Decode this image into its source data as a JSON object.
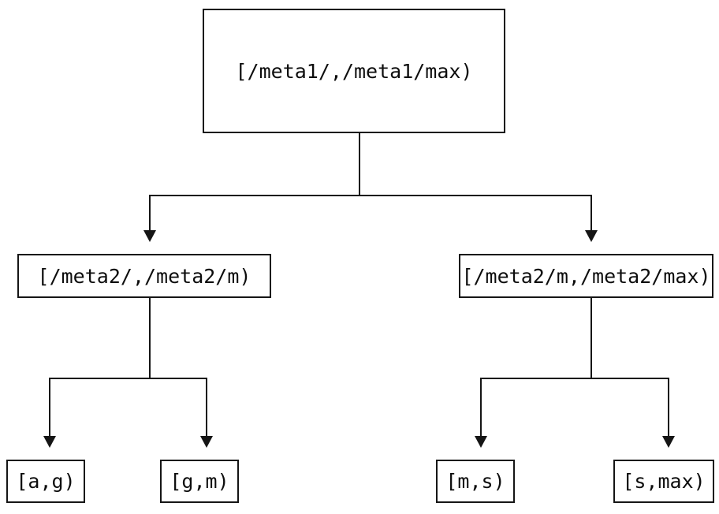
{
  "colors": {
    "background": "#ffffff",
    "line": "#151515",
    "text": "#0d0d0d"
  },
  "tree": {
    "root": {
      "id": "root",
      "label": "[/meta1/,/meta1/max)"
    },
    "level2": [
      {
        "id": "meta2-left",
        "label": "[/meta2/,/meta2/m)"
      },
      {
        "id": "meta2-right",
        "label": "[/meta2/m,/meta2/max)"
      }
    ],
    "leaves": [
      {
        "id": "leaf-ag",
        "label": "[a,g)"
      },
      {
        "id": "leaf-gm",
        "label": "[g,m)"
      },
      {
        "id": "leaf-ms",
        "label": "[m,s)"
      },
      {
        "id": "leaf-smax",
        "label": "[s,max)"
      }
    ],
    "edges": [
      {
        "from": "root",
        "to": "meta2-left"
      },
      {
        "from": "root",
        "to": "meta2-right"
      },
      {
        "from": "meta2-left",
        "to": "leaf-ag"
      },
      {
        "from": "meta2-left",
        "to": "leaf-gm"
      },
      {
        "from": "meta2-right",
        "to": "leaf-ms"
      },
      {
        "from": "meta2-right",
        "to": "leaf-smax"
      }
    ]
  }
}
